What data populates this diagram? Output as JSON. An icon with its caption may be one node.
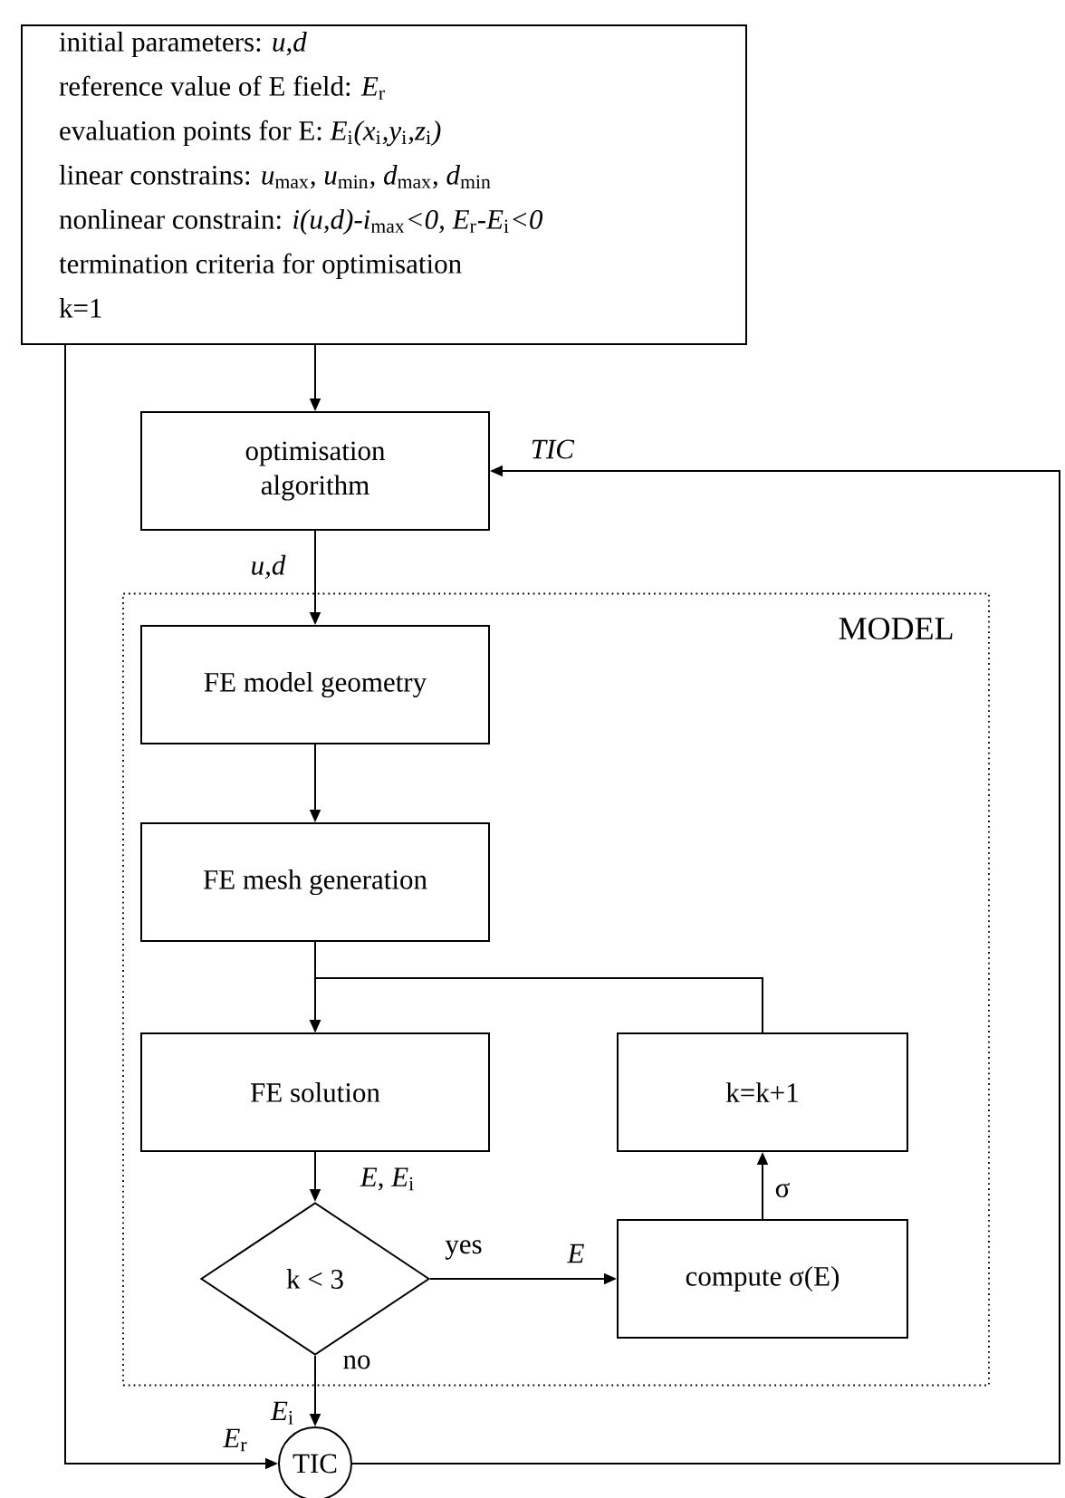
{
  "diagram": {
    "nodes": [
      {
        "text": [
          "initial parameters: *u,d*",
          "reference value of E field: *E*$_{r}$",
          "evaluation points for E: *E*$_{i}$*(x*$_{i}$*,y*$_{i}$*,z*$_{i}$*)*",
          "linear constrains: *u*$_{max}$*, u*$_{min}$*, d*$_{max}$*, d*$_{min}$",
          "nonlinear constrain: *i(u,d)-i*$_{max}$*<0, E*$_{r}$*-E*$_{i}$*<0*",
          "termination criteria for optimisation",
          "k=1"
        ]
      },
      {
        "text": [
          "optimisation algorithm"
        ]
      },
      {
        "text": [
          "MODEL"
        ]
      },
      {
        "text": [
          "FE model geometry"
        ],
        "in": 2
      },
      {
        "text": [
          "FE mesh generation"
        ],
        "in": 2
      },
      {
        "text": [
          "FE solution"
        ],
        "in": 2
      },
      {
        "text": [
          "k=k+1"
        ],
        "in": 2
      },
      {
        "text": [
          "k < 3"
        ],
        "in": 2
      },
      {
        "text": [
          "compute σ(E)"
        ],
        "in": 2
      },
      {
        "text": [
          "TIC"
        ]
      }
    ],
    "edges": [
      {
        "from": 0,
        "to": 1,
        "arrow": "to"
      },
      {
        "from": 1,
        "to": 3,
        "arrow": "to",
        "label": "*u,d*"
      },
      {
        "from": 3,
        "to": 4,
        "arrow": "to"
      },
      {
        "from": 4,
        "to": 5,
        "arrow": "to"
      },
      {
        "from": 6,
        "to": 5,
        "arrow": "to"
      },
      {
        "from": 5,
        "to": 7,
        "arrow": "to",
        "label": "*E*, *E*$_{i}$"
      },
      {
        "from": 7,
        "to": 8,
        "arrow": "to",
        "label": "yes"
      },
      {
        "from": 8,
        "to": 6,
        "arrow": "to",
        "label": "σ"
      },
      {
        "from": 7,
        "to": 9,
        "arrow": "to",
        "label": "no"
      },
      {
        "from": 0,
        "to": 9,
        "arrow": "to",
        "label": "*E*$_{r}$"
      },
      {
        "from": 9,
        "to": 1,
        "arrow": "to",
        "label": "*TIC*"
      }
    ],
    "labels": [
      "*E*",
      "*E*$_{i}$"
    ]
  }
}
